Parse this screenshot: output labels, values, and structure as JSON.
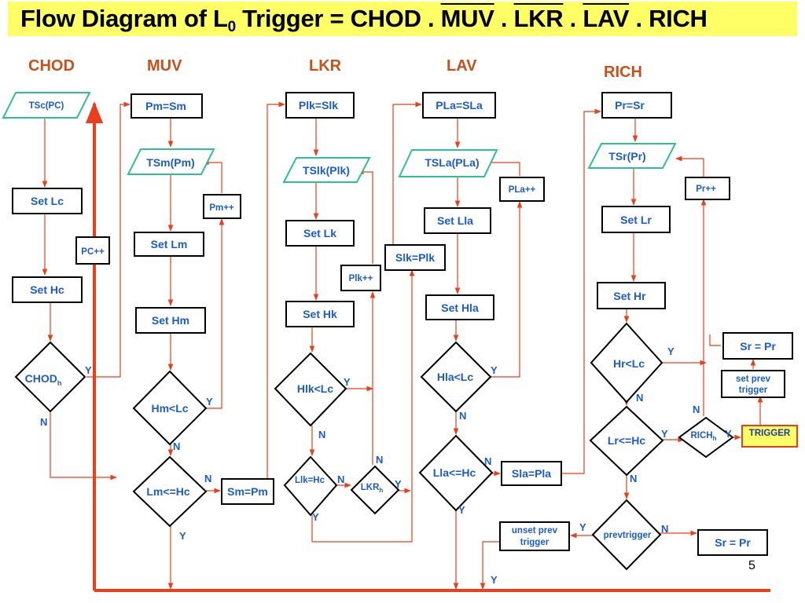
{
  "title": {
    "part1": "Flow Diagram of L",
    "sub": "0",
    "part2": " Trigger = CHOD . ",
    "muv": "MUV",
    "dot1": " . ",
    "lkr": "LKR",
    "dot2": " . ",
    "lav": "LAV",
    "part3": " . RICH"
  },
  "headers": {
    "chod": "CHOD",
    "muv": "MUV",
    "lkr": "LKR",
    "lav": "LAV",
    "rich": "RICH"
  },
  "chod": {
    "tsc": "TSc(PC)",
    "set_lc": "Set Lc",
    "set_hc": "Set Hc",
    "chod_h": "CHOD",
    "chod_h_sub": "h",
    "pc_inc": "PC++"
  },
  "muv": {
    "pm_sm": "Pm=Sm",
    "tsm": "TSm(Pm)",
    "pm_inc": "Pm++",
    "set_lm": "Set Lm",
    "set_hm": "Set Hm",
    "hm_lc": "Hm<Lc",
    "lm_hc": "Lm<=Hc",
    "sm_pm": "Sm=Pm"
  },
  "lkr": {
    "plk_slk": "Plk=Slk",
    "tslk": "TSlk(Plk)",
    "set_lk": "Set Lk",
    "plk_inc": "Plk++",
    "slk_plk": "Slk=Plk",
    "set_hk": "Set Hk",
    "hlk_lc": "Hlk<Lc",
    "llk_hc": "Llk=Hc",
    "lkr_h": "LKR",
    "lkr_h_sub": "h"
  },
  "lav": {
    "pla_sla": "PLa=SLa",
    "tsla": "TSLa(PLa)",
    "pla_inc": "PLa++",
    "set_lla": "Set Lla",
    "set_hla": "Set Hla",
    "hla_lc": "Hla<Lc",
    "lla_hc": "Lla<=Hc",
    "sla_pla": "Sla=Pla"
  },
  "rich": {
    "pr_sr": "Pr=Sr",
    "tsr": "TSr(Pr)",
    "pr_inc": "Pr++",
    "set_lr": "Set Lr",
    "set_hr": "Set Hr",
    "hr_lc": "Hr<Lc",
    "lr_hc": "Lr<=Hc",
    "rich_h": "RICH",
    "rich_h_sub": "h",
    "trigger": "TRIGGER",
    "set_prev": [
      "set prev",
      "trigger"
    ],
    "sr_pr_top": "Sr = Pr",
    "prevtrigger": "prevtrigger",
    "unset_prev": [
      "unset prev",
      "trigger"
    ],
    "sr_pr_bottom": "Sr = Pr"
  },
  "flags": {
    "y": "Y",
    "n": "N"
  },
  "page_number": "5"
}
